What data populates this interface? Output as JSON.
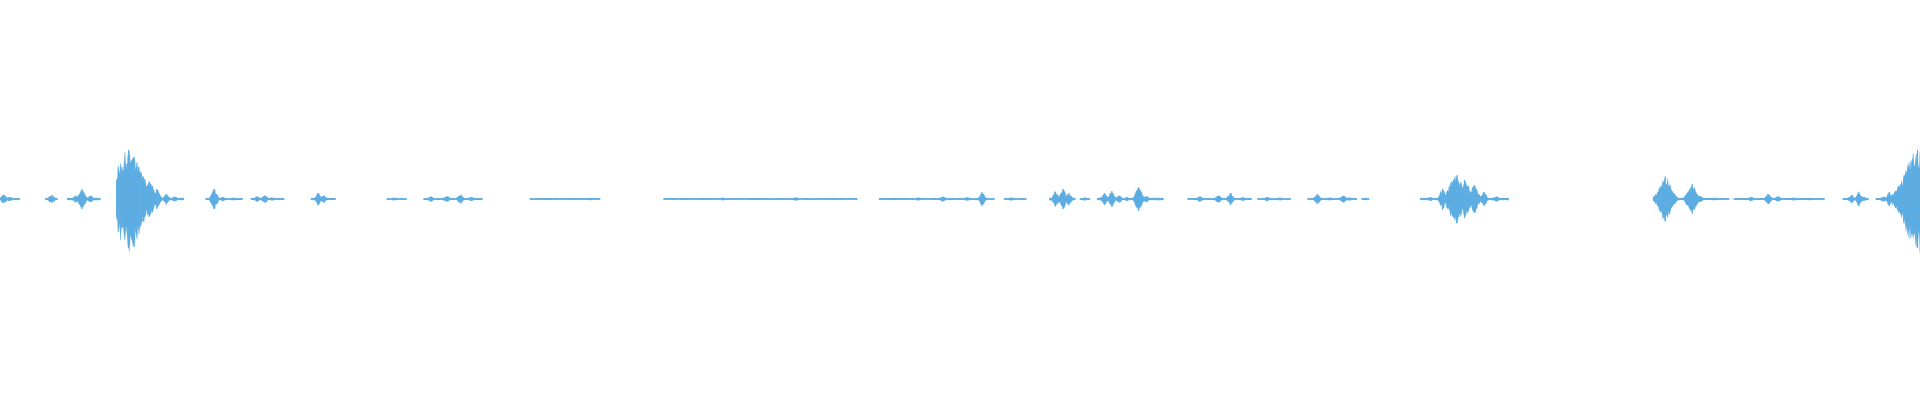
{
  "waveform": {
    "color": "#5dade2",
    "duration_units": 1568,
    "peak_amplitude": 1.0,
    "segments": [
      {
        "start": 0,
        "end": 16,
        "peaks": [
          [
            3,
            0.09
          ],
          [
            8,
            0.04
          ],
          [
            13,
            0.02
          ]
        ],
        "base": 0.015
      },
      {
        "start": 37,
        "end": 47,
        "peaks": [
          [
            42,
            0.09
          ]
        ],
        "base": 0.015
      },
      {
        "start": 55,
        "end": 82,
        "peaks": [
          [
            62,
            0.08
          ],
          [
            67,
            0.2
          ],
          [
            74,
            0.07
          ]
        ],
        "base": 0.02
      },
      {
        "start": 95,
        "end": 150,
        "peaks": [
          [
            102,
            0.5
          ],
          [
            105,
            0.98
          ],
          [
            108,
            0.75
          ],
          [
            112,
            0.55
          ],
          [
            117,
            0.45
          ],
          [
            122,
            0.35
          ],
          [
            128,
            0.2
          ],
          [
            136,
            0.1
          ],
          [
            143,
            0.05
          ]
        ],
        "base": 0.02
      },
      {
        "start": 168,
        "end": 198,
        "peaks": [
          [
            175,
            0.2
          ],
          [
            182,
            0.04
          ],
          [
            190,
            0.03
          ]
        ],
        "base": 0.015
      },
      {
        "start": 205,
        "end": 232,
        "peaks": [
          [
            210,
            0.05
          ],
          [
            216,
            0.08
          ],
          [
            222,
            0.03
          ]
        ],
        "base": 0.015
      },
      {
        "start": 254,
        "end": 274,
        "peaks": [
          [
            260,
            0.12
          ],
          [
            264,
            0.08
          ]
        ],
        "base": 0.015
      },
      {
        "start": 316,
        "end": 332,
        "peaks": [
          [
            322,
            0.03
          ],
          [
            328,
            0.02
          ]
        ],
        "base": 0.01
      },
      {
        "start": 346,
        "end": 394,
        "peaks": [
          [
            352,
            0.05
          ],
          [
            365,
            0.06
          ],
          [
            376,
            0.09
          ],
          [
            385,
            0.04
          ]
        ],
        "base": 0.015
      },
      {
        "start": 433,
        "end": 490,
        "peaks": [
          [
            450,
            0.02
          ],
          [
            470,
            0.02
          ],
          [
            482,
            0.02
          ]
        ],
        "base": 0.01
      },
      {
        "start": 542,
        "end": 700,
        "peaks": [
          [
            560,
            0.02
          ],
          [
            590,
            0.03
          ],
          [
            620,
            0.02
          ],
          [
            650,
            0.03
          ],
          [
            680,
            0.02
          ]
        ],
        "base": 0.012
      },
      {
        "start": 718,
        "end": 812,
        "peaks": [
          [
            730,
            0.02
          ],
          [
            750,
            0.03
          ],
          [
            770,
            0.05
          ],
          [
            790,
            0.04
          ],
          [
            802,
            0.14
          ]
        ],
        "base": 0.014
      },
      {
        "start": 820,
        "end": 838,
        "peaks": [
          [
            826,
            0.03
          ]
        ],
        "base": 0.01
      },
      {
        "start": 857,
        "end": 878,
        "peaks": [
          [
            862,
            0.15
          ],
          [
            868,
            0.2
          ],
          [
            873,
            0.12
          ]
        ],
        "base": 0.02
      },
      {
        "start": 882,
        "end": 890,
        "peaks": [
          [
            886,
            0.03
          ]
        ],
        "base": 0.01
      },
      {
        "start": 896,
        "end": 950,
        "peaks": [
          [
            902,
            0.12
          ],
          [
            908,
            0.16
          ],
          [
            914,
            0.08
          ],
          [
            920,
            0.04
          ],
          [
            930,
            0.24
          ],
          [
            936,
            0.06
          ]
        ],
        "base": 0.02
      },
      {
        "start": 970,
        "end": 1022,
        "peaks": [
          [
            980,
            0.05
          ],
          [
            995,
            0.08
          ],
          [
            1005,
            0.12
          ],
          [
            1015,
            0.04
          ]
        ],
        "base": 0.015
      },
      {
        "start": 1027,
        "end": 1054,
        "peaks": [
          [
            1035,
            0.04
          ],
          [
            1045,
            0.03
          ]
        ],
        "base": 0.012
      },
      {
        "start": 1068,
        "end": 1108,
        "peaks": [
          [
            1076,
            0.1
          ],
          [
            1086,
            0.03
          ],
          [
            1097,
            0.07
          ],
          [
            1102,
            0.03
          ]
        ],
        "base": 0.015
      },
      {
        "start": 1112,
        "end": 1118,
        "peaks": [
          [
            1115,
            0.02
          ]
        ],
        "base": 0.01
      },
      {
        "start": 1160,
        "end": 1232,
        "peaks": [
          [
            1168,
            0.04
          ],
          [
            1178,
            0.2
          ],
          [
            1186,
            0.35
          ],
          [
            1190,
            0.48
          ],
          [
            1196,
            0.38
          ],
          [
            1204,
            0.28
          ],
          [
            1212,
            0.14
          ],
          [
            1222,
            0.05
          ]
        ],
        "base": 0.02
      },
      {
        "start": 1350,
        "end": 1412,
        "peaks": [
          [
            1356,
            0.2
          ],
          [
            1360,
            0.45
          ],
          [
            1366,
            0.15
          ],
          [
            1378,
            0.12
          ],
          [
            1382,
            0.3
          ],
          [
            1388,
            0.09
          ],
          [
            1400,
            0.03
          ]
        ],
        "base": 0.015
      },
      {
        "start": 1416,
        "end": 1490,
        "peaks": [
          [
            1430,
            0.04
          ],
          [
            1444,
            0.1
          ],
          [
            1452,
            0.06
          ],
          [
            1465,
            0.03
          ],
          [
            1478,
            0.02
          ]
        ],
        "base": 0.015
      },
      {
        "start": 1505,
        "end": 1526,
        "peaks": [
          [
            1512,
            0.08
          ],
          [
            1518,
            0.14
          ],
          [
            1522,
            0.05
          ]
        ],
        "base": 0.015
      },
      {
        "start": 1532,
        "end": 1568,
        "peaks": [
          [
            1538,
            0.05
          ],
          [
            1543,
            0.14
          ],
          [
            1550,
            0.06
          ],
          [
            1557,
            0.12
          ],
          [
            1562,
            0.5
          ],
          [
            1566,
            0.98
          ]
        ],
        "base": 0.02
      }
    ]
  }
}
